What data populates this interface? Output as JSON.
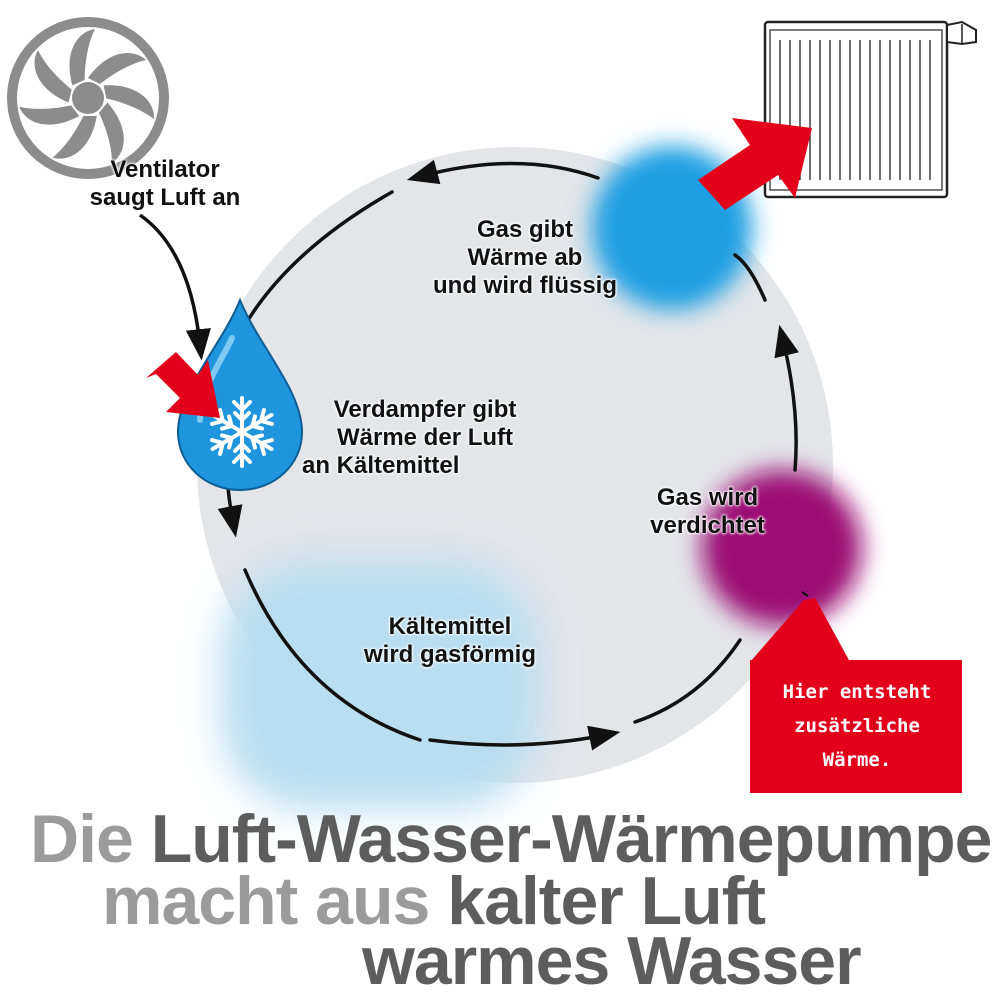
{
  "labels": {
    "ventilator": [
      "Ventilator",
      "saugt Luft an"
    ],
    "condenser": [
      "Gas gibt",
      "Wärme ab",
      "und wird flüssig"
    ],
    "evaporator": [
      "Verdampfer gibt",
      "Wärme der Luft",
      "an Kältemittel"
    ],
    "compressor": [
      "Gas wird",
      "verdichtet"
    ],
    "refrigerant": [
      "Kältemittel",
      "wird gasförmig"
    ]
  },
  "callout": {
    "lines": [
      "Hier entsteht",
      "zusätzliche",
      "Wärme."
    ]
  },
  "headline": {
    "line1": [
      "Die",
      "Luft-Wasser-Wärmepumpe"
    ],
    "line2": [
      "macht aus",
      "kalter Luft"
    ],
    "line3": "warmes Wasser"
  },
  "colors": {
    "circle_fill": "#e3e5e9",
    "condenser_blue": "#1d9fe3",
    "compressor_purple": "#9c0a75",
    "refrigerant_lightblue": "#b9def1",
    "droplet_blue": "#1f95dd",
    "arrow_red": "#e3001b",
    "callout_red": "#e3001b",
    "headline_light": "#9b9b9b",
    "headline_dark": "#5d5d5d",
    "fan_gray": "#8c8c8c"
  },
  "icons": {
    "fan": "fan-icon",
    "radiator": "radiator-icon",
    "droplet": "droplet-icon",
    "snowflake": "snowflake-icon"
  }
}
